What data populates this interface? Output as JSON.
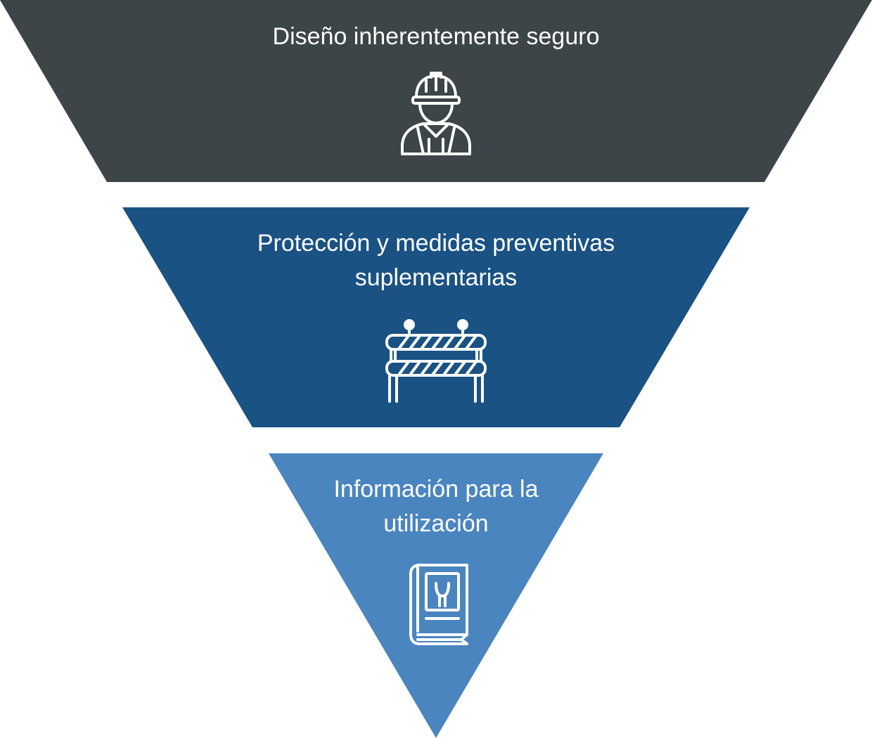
{
  "diagram": {
    "tiers": [
      {
        "label_lines": [
          "Diseño inherentemente seguro"
        ],
        "icon": "hard-hat-worker-icon",
        "color": "#3d4548"
      },
      {
        "label_lines": [
          "Protección y medidas preventivas",
          "suplementarias"
        ],
        "icon": "safety-barrier-icon",
        "color": "#1a5283"
      },
      {
        "label_lines": [
          "Información para la",
          "utilización"
        ],
        "icon": "manual-book-wrench-icon",
        "color": "#4a85bf"
      }
    ]
  }
}
